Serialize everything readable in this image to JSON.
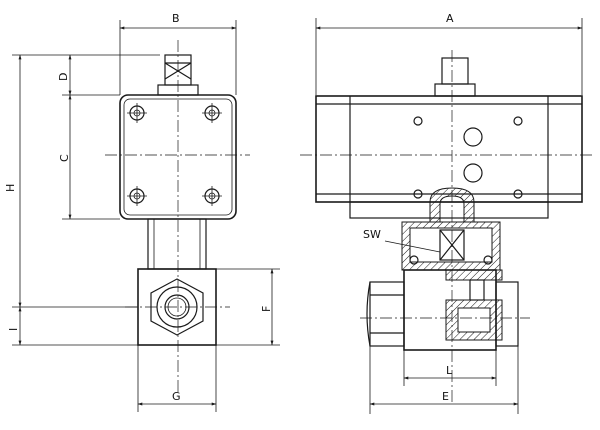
{
  "dimensions": {
    "A": "A",
    "B": "B",
    "C": "C",
    "D": "D",
    "E": "E",
    "F": "F",
    "G": "G",
    "H": "H",
    "I": "I",
    "L": "L"
  },
  "callouts": {
    "sw": "SW"
  }
}
